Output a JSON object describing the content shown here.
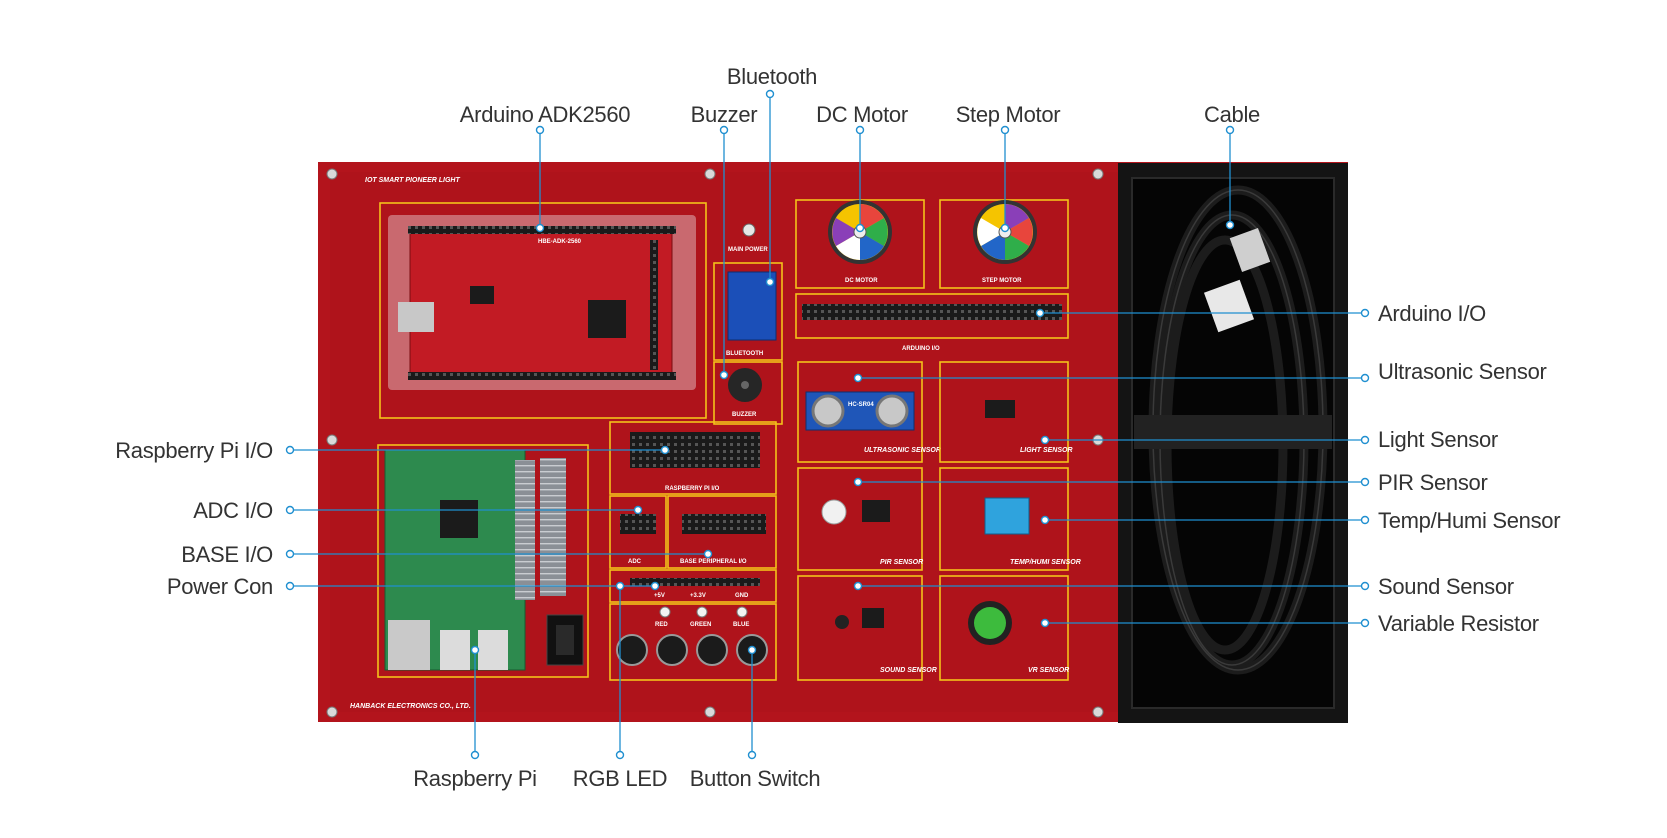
{
  "board": {
    "title": "IOT SMART PIONEER LIGHT",
    "maker": "HANBACK ELECTRONICS CO., LTD.",
    "colors": {
      "board": "#b3141c",
      "zone": "#f3c21b",
      "leader": "#1f8fd0",
      "case": "#141414"
    }
  },
  "silkscreen": {
    "main_power": "MAIN POWER",
    "dc_motor": "DC MOTOR",
    "step_motor": "STEP MOTOR",
    "bluetooth": "BLUETOOTH",
    "buzzer": "BUZZER",
    "arduino_io": "ARDUINO I/O",
    "raspberry_pi_io": "RASPBERRY PI I/O",
    "adc": "ADC",
    "base_peripheral_io": "BASE PERIPHERAL I/O",
    "ultrasonic": "ULTRASONIC SENSOR",
    "light": "LIGHT SENSOR",
    "pir": "PIR SENSOR",
    "temp_humi": "TEMP/HUMI SENSOR",
    "sound": "SOUND SENSOR",
    "vr": "VR SENSOR",
    "red": "RED",
    "green": "GREEN",
    "blue": "BLUE",
    "v5": "+5V",
    "v33": "+3.3V",
    "gnd": "GND",
    "hbe": "HBE-ADK-2560",
    "hc": "HC-SR04"
  },
  "callouts": {
    "top": [
      {
        "id": "arduino-adk2560",
        "label": "Arduino ADK2560"
      },
      {
        "id": "buzzer",
        "label": "Buzzer"
      },
      {
        "id": "bluetooth",
        "label": "Bluetooth"
      },
      {
        "id": "dc-motor",
        "label": "DC Motor"
      },
      {
        "id": "step-motor",
        "label": "Step Motor"
      },
      {
        "id": "cable",
        "label": "Cable"
      }
    ],
    "left": [
      {
        "id": "raspberry-pi-io",
        "label": "Raspberry Pi I/O"
      },
      {
        "id": "adc-io",
        "label": "ADC I/O"
      },
      {
        "id": "base-io",
        "label": "BASE I/O"
      },
      {
        "id": "power-con",
        "label": "Power Con"
      }
    ],
    "right": [
      {
        "id": "arduino-io",
        "label": "Arduino I/O"
      },
      {
        "id": "ultrasonic-sensor",
        "label": "Ultrasonic Sensor"
      },
      {
        "id": "light-sensor",
        "label": "Light Sensor"
      },
      {
        "id": "pir-sensor",
        "label": "PIR Sensor"
      },
      {
        "id": "temp-humi-sensor",
        "label": "Temp/Humi Sensor"
      },
      {
        "id": "sound-sensor",
        "label": "Sound Sensor"
      },
      {
        "id": "variable-resistor",
        "label": "Variable Resistor"
      }
    ],
    "bottom": [
      {
        "id": "raspberry-pi",
        "label": "Raspberry Pi"
      },
      {
        "id": "rgb-led",
        "label": "RGB LED"
      },
      {
        "id": "button-switch",
        "label": "Button Switch"
      }
    ]
  }
}
